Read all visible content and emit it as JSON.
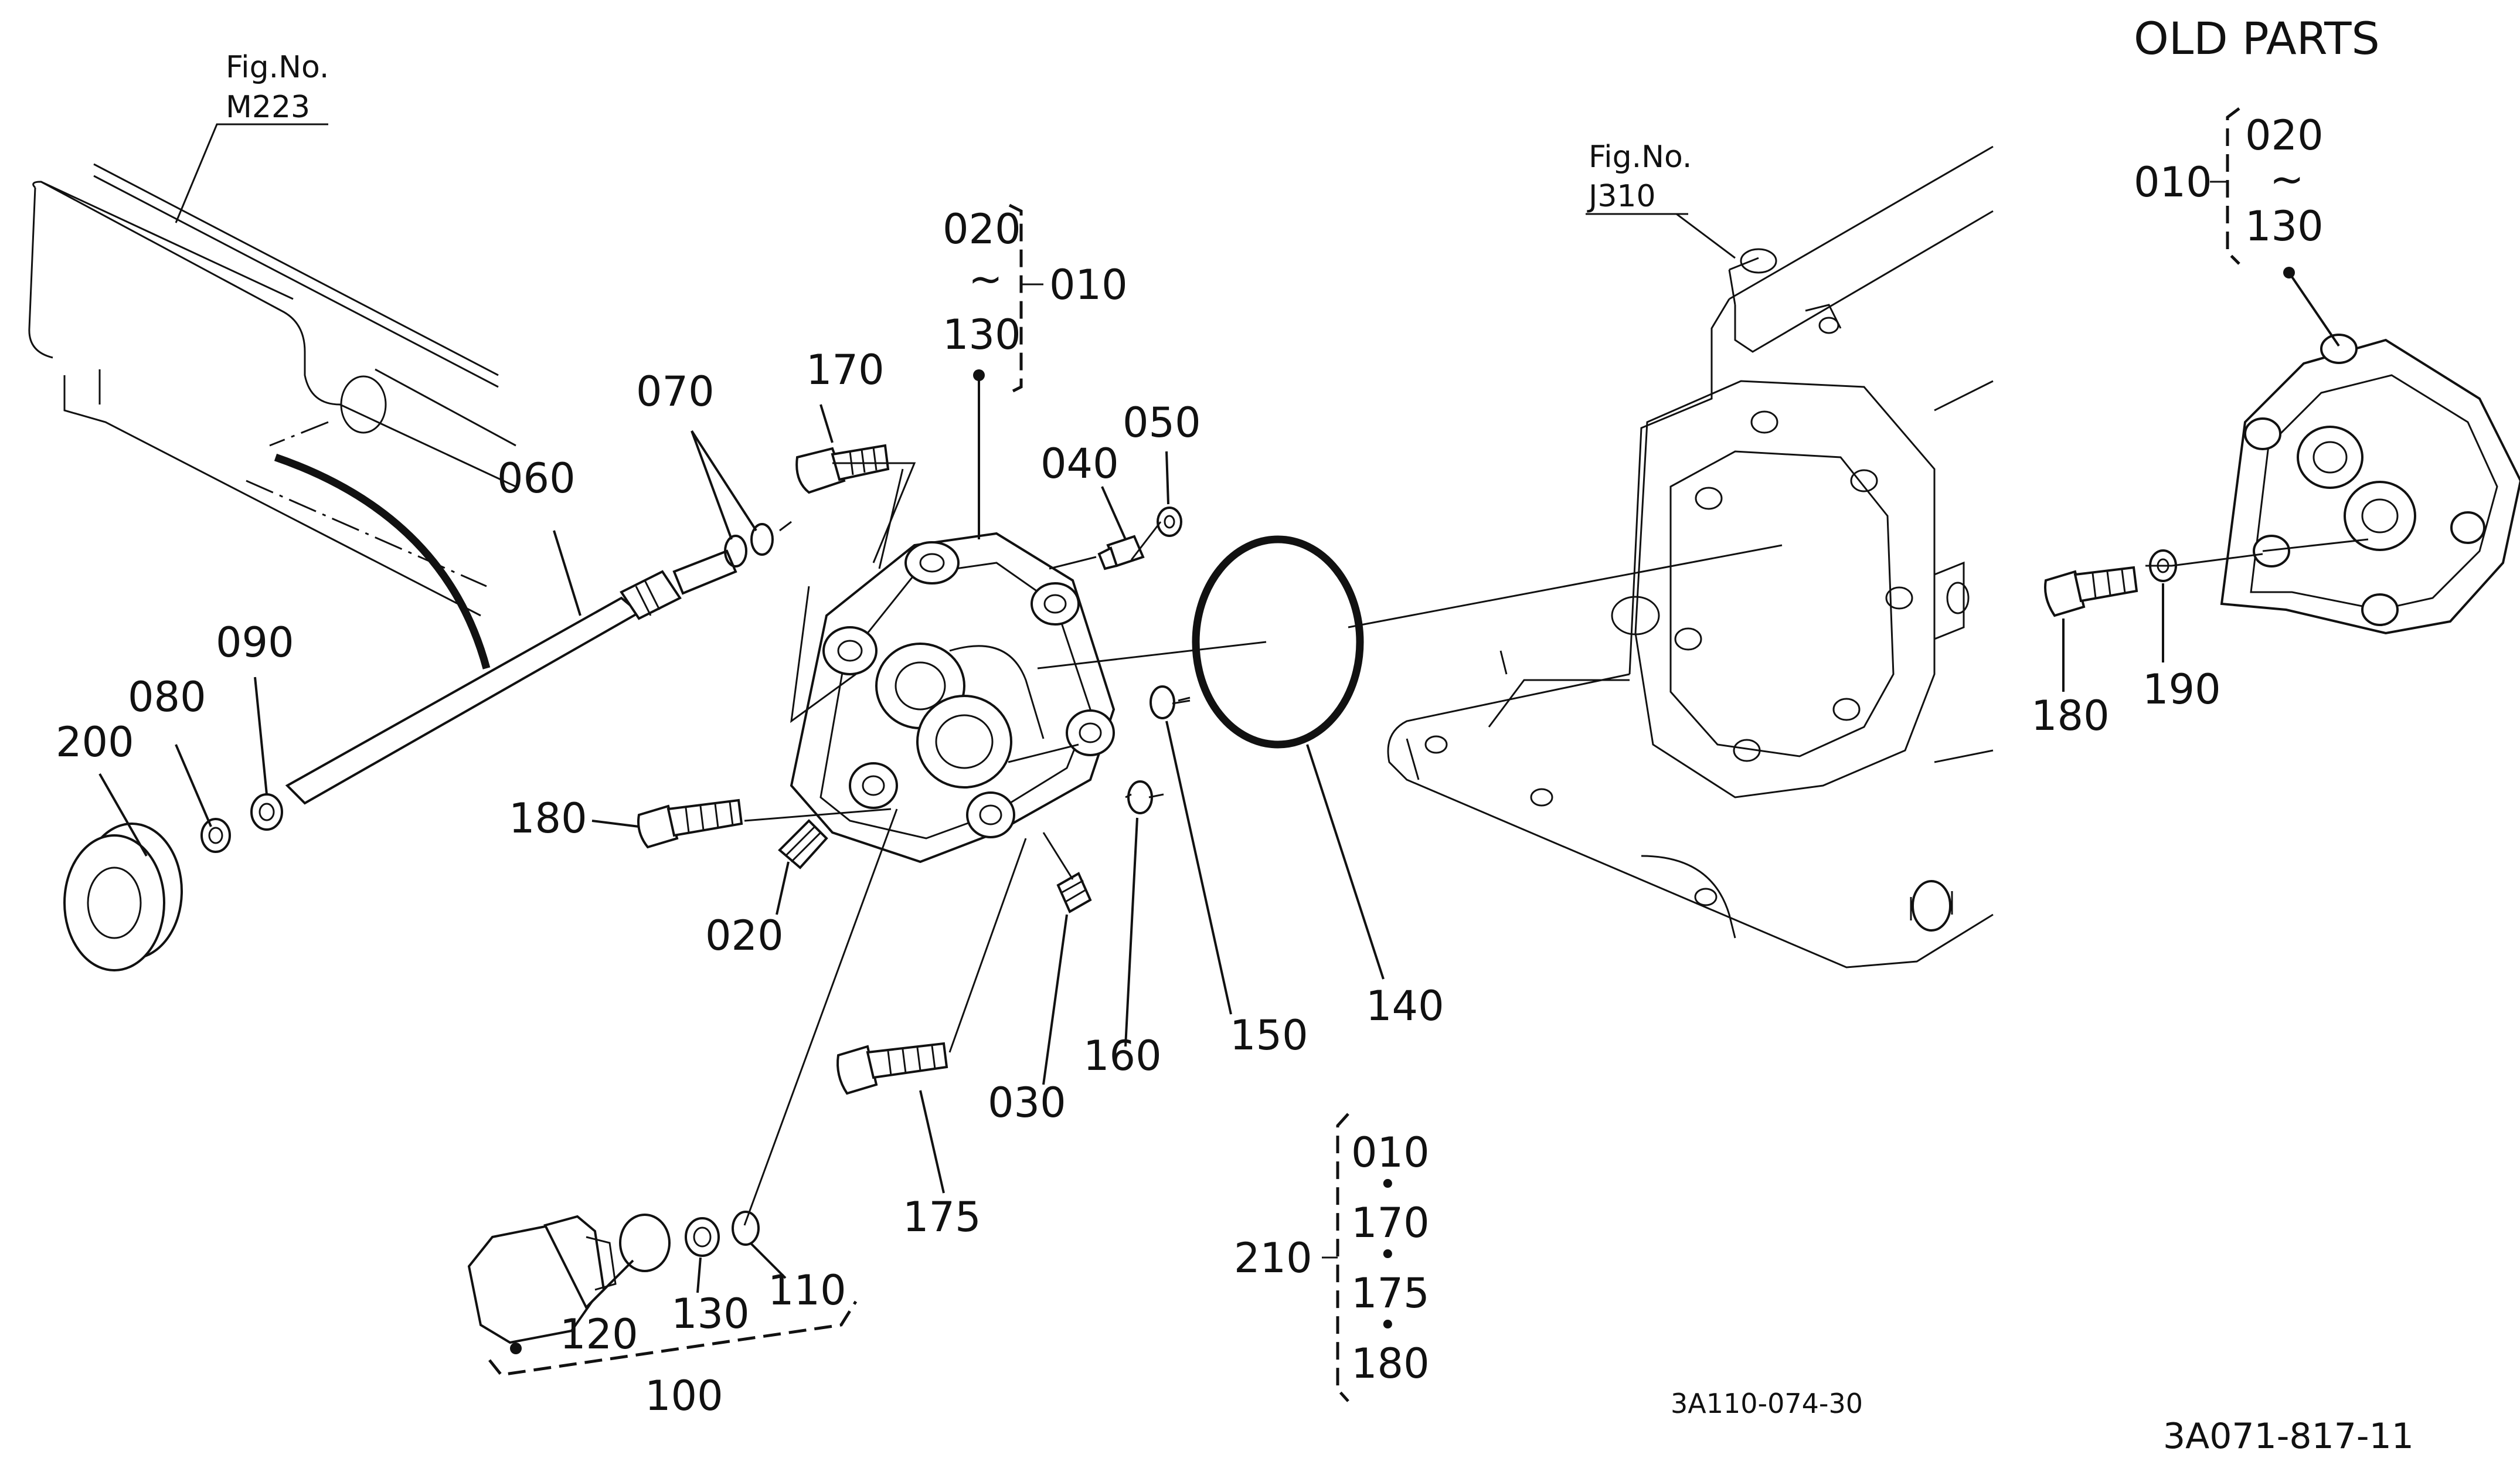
{
  "header": {
    "title": "OLD PARTS"
  },
  "figure_refs": [
    {
      "fig_label": "Fig.No.",
      "fig_number": "M223"
    },
    {
      "fig_label": "Fig.No.",
      "fig_number": "J310"
    }
  ],
  "callouts": {
    "p200": "200",
    "p080": "080",
    "p090": "090",
    "p060": "060",
    "p070": "070",
    "p170": "170",
    "p040": "040",
    "p050": "050",
    "p180": "180",
    "p020": "020",
    "p030": "030",
    "p160": "160",
    "p150": "150",
    "p140": "140",
    "p175": "175",
    "p120": "120",
    "p130": "130",
    "p110": "110",
    "p100": "100",
    "p180b": "180",
    "p190": "190"
  },
  "group_main": {
    "top": "020",
    "tilde": "~",
    "bottom": "130",
    "assembly": "010"
  },
  "group_old": {
    "assembly": "010",
    "top": "020",
    "tilde": "~",
    "bottom": "130"
  },
  "kit_210": {
    "assembly": "210",
    "items": [
      "010",
      "170",
      "175",
      "180"
    ],
    "dot": "•"
  },
  "codes": {
    "diagram_code": "3A110-074-30",
    "catalog_code": "3A071-817-11"
  }
}
